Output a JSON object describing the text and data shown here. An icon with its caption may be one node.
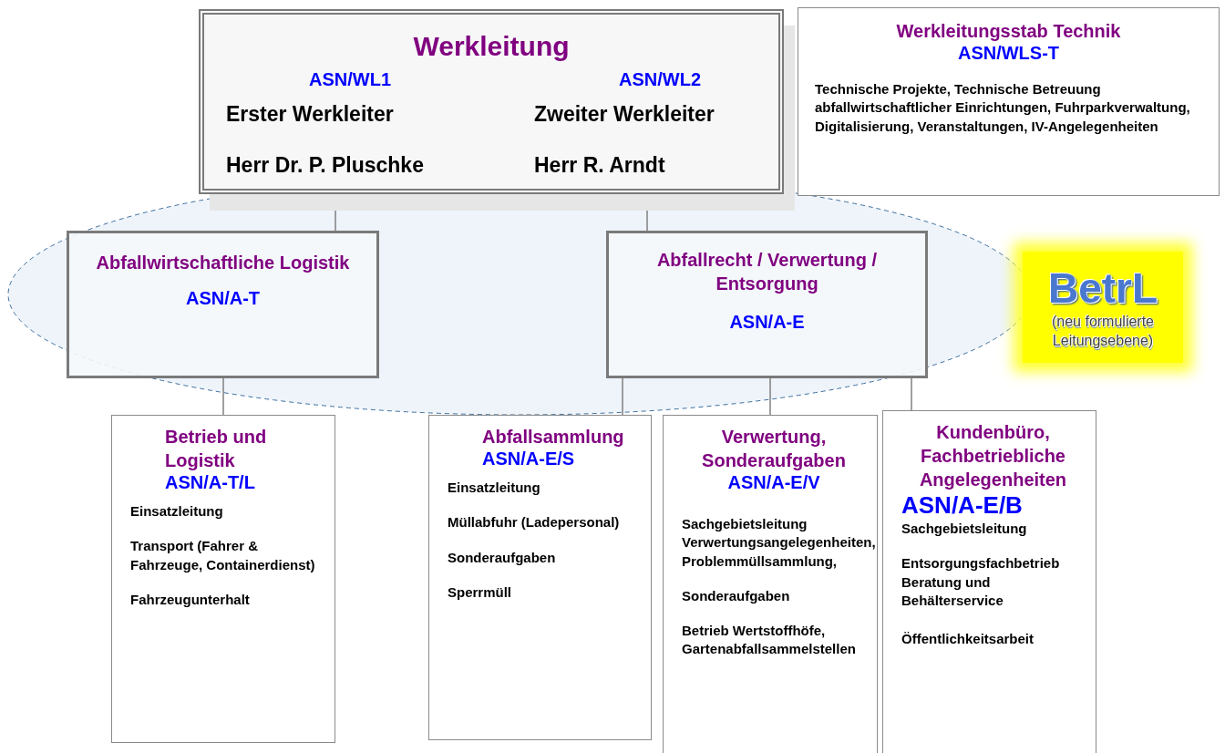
{
  "diagram": {
    "nodes": [
      {
        "text": [
          "Werkleitung",
          "ASN/WL1",
          "Erster Werkleiter",
          "Herr Dr. P. Pluschke",
          "ASN/WL2",
          "Zweiter Werkleiter",
          "Herr R. Arndt"
        ]
      },
      {
        "text": [
          "Werkleitungsstab Technik",
          "ASN/WLS-T",
          "Technische Projekte, Technische Betreuung abfallwirtschaftlicher Einrichtungen, Fuhrparkverwaltung, Digitalisierung, Veranstaltungen, IV-Angelegenheiten"
        ]
      },
      {
        "text": [
          "Abfallwirtschaftliche Logistik",
          "ASN/A-T"
        ]
      },
      {
        "text": [
          "Abfallrecht / Verwertung / Entsorgung",
          "ASN/A-E"
        ]
      },
      {
        "text": [
          "BetrL",
          "(neu formulierte Leitungsebene)"
        ]
      },
      {
        "text": [
          "Betrieb und Logistik",
          "ASN/A-T/L",
          "Einsatzleitung",
          "Transport (Fahrer & Fahrzeuge, Containerdienst)",
          "Fahrzeugunterhalt"
        ]
      },
      {
        "text": [
          "Abfallsammlung",
          "ASN/A-E/S",
          "Einsatzleitung",
          "Müllabfuhr (Ladepersonal)",
          "Sonderaufgaben",
          "Sperrmüll"
        ]
      },
      {
        "text": [
          "Verwertung, Sonderaufgaben",
          "ASN/A-E/V",
          "Sachgebietsleitung Verwertungsangelegenheiten, Problemmüllsammlung,",
          "Sonderaufgaben",
          "Betrieb Wertstoffhöfe, Gartenabfallsammelstellen"
        ]
      },
      {
        "text": [
          "Kundenbüro, Fachbetriebliche Angelegenheiten",
          "ASN/A-E/B",
          "Sachgebietsleitung",
          "Entsorgungsfachbetrieb",
          "Beratung und Behälterservice",
          "Öffentlichkeitsarbeit"
        ]
      }
    ],
    "edges": [
      {
        "from": 0,
        "to": 2,
        "arrow": "none"
      },
      {
        "from": 0,
        "to": 3,
        "arrow": "none"
      },
      {
        "from": 2,
        "to": 5,
        "arrow": "none"
      },
      {
        "from": 3,
        "to": 6,
        "arrow": "none"
      },
      {
        "from": 3,
        "to": 7,
        "arrow": "none"
      },
      {
        "from": 3,
        "to": 8,
        "arrow": "none"
      }
    ]
  }
}
